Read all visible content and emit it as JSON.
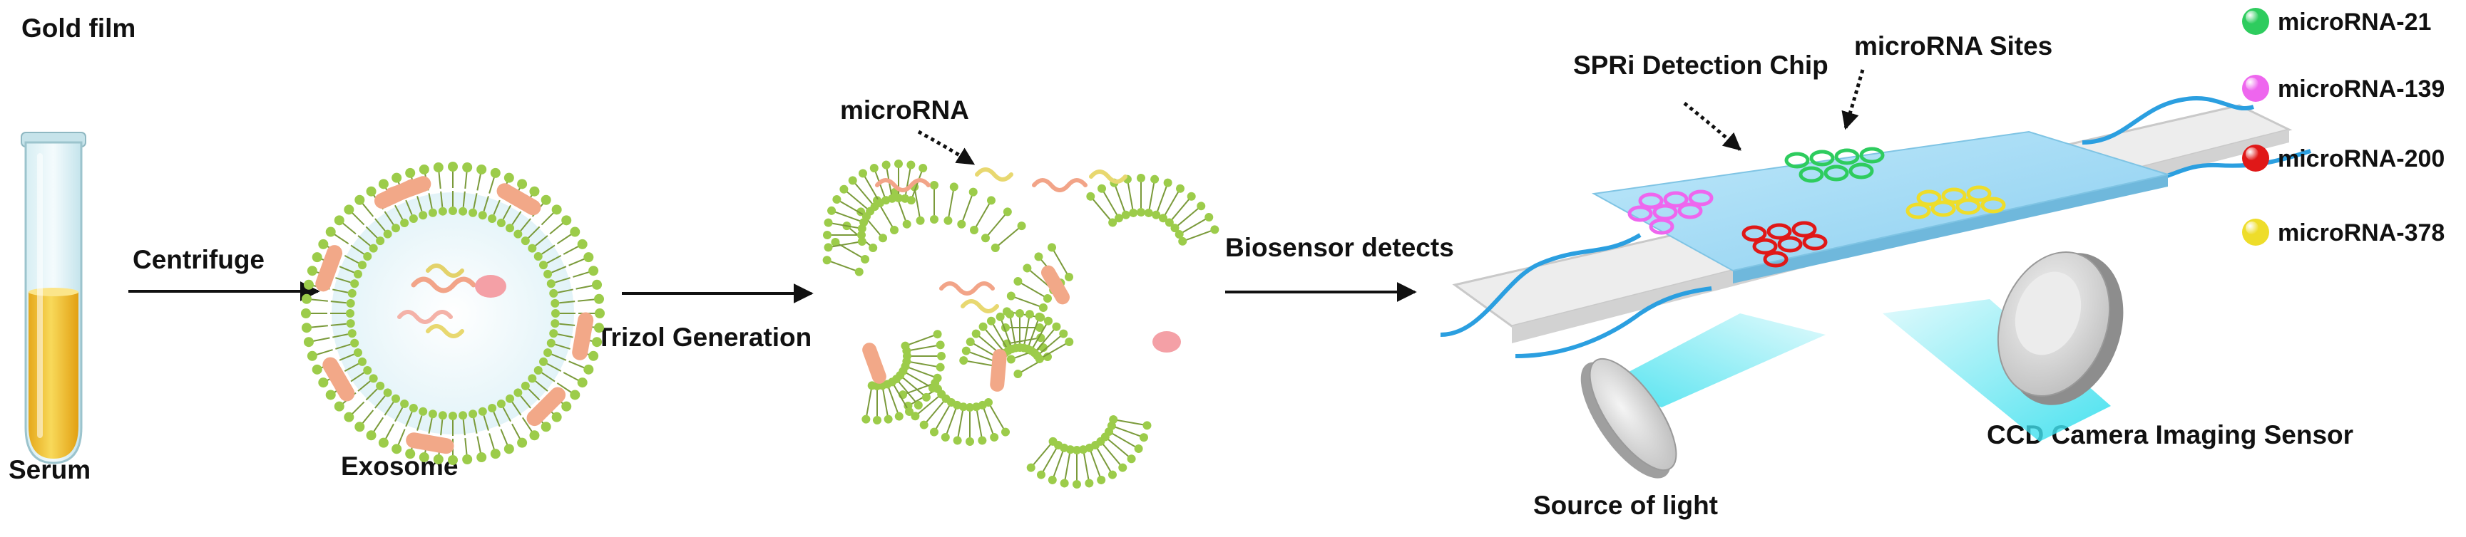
{
  "labels": {
    "gold_film": "Gold film",
    "serum": "Serum",
    "centrifuge": "Centrifuge",
    "exosome": "Exosome",
    "trizol": "Trizol Generation",
    "microrna": "microRNA",
    "biosensor": "Biosensor detects",
    "chip": "SPRi Detection Chip",
    "sites": "microRNA Sites",
    "light": "Source of light",
    "ccd": "CCD Camera Imaging Sensor"
  },
  "legend": [
    {
      "label": "microRNA-21",
      "color": "#2ecc5e"
    },
    {
      "label": "microRNA-139",
      "color": "#ee66ee"
    },
    {
      "label": "microRNA-200",
      "color": "#e01818"
    },
    {
      "label": "microRNA-378",
      "color": "#eedd2a"
    }
  ],
  "colors": {
    "lipid_head": "#9ccc4a",
    "lipid_tail": "#7a9a3a",
    "protein": "#f2a888",
    "chip": "#9fd9f4",
    "fiber": "#2b9fe0",
    "beam": "#5fe2ee",
    "serum": "#f3c737"
  }
}
